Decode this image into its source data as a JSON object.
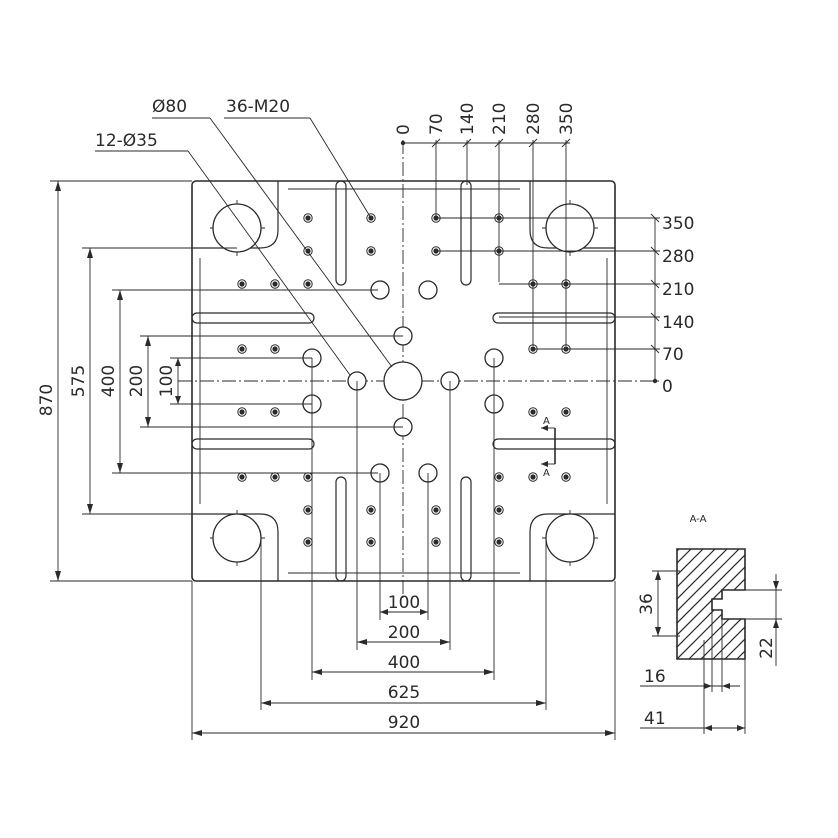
{
  "callouts": {
    "large_hole": "Ø80",
    "thread_holes": "36-M20",
    "small_holes": "12-Ø35"
  },
  "top_scale": [
    "0",
    "70",
    "140",
    "210",
    "280",
    "350"
  ],
  "right_scale": [
    "350",
    "280",
    "210",
    "140",
    "70",
    "0"
  ],
  "vertical_dims": {
    "overall": "870",
    "outer": "575",
    "mid": "400",
    "inner": "200",
    "center": "100"
  },
  "horizontal_dims": {
    "d100": "100",
    "d200": "200",
    "d400": "400",
    "d625": "625",
    "d920": "920"
  },
  "section": {
    "marker": "A",
    "title": "A-A",
    "slot_height": "36",
    "slot_depth": "22",
    "slot_width": "16",
    "overall_width": "41"
  }
}
